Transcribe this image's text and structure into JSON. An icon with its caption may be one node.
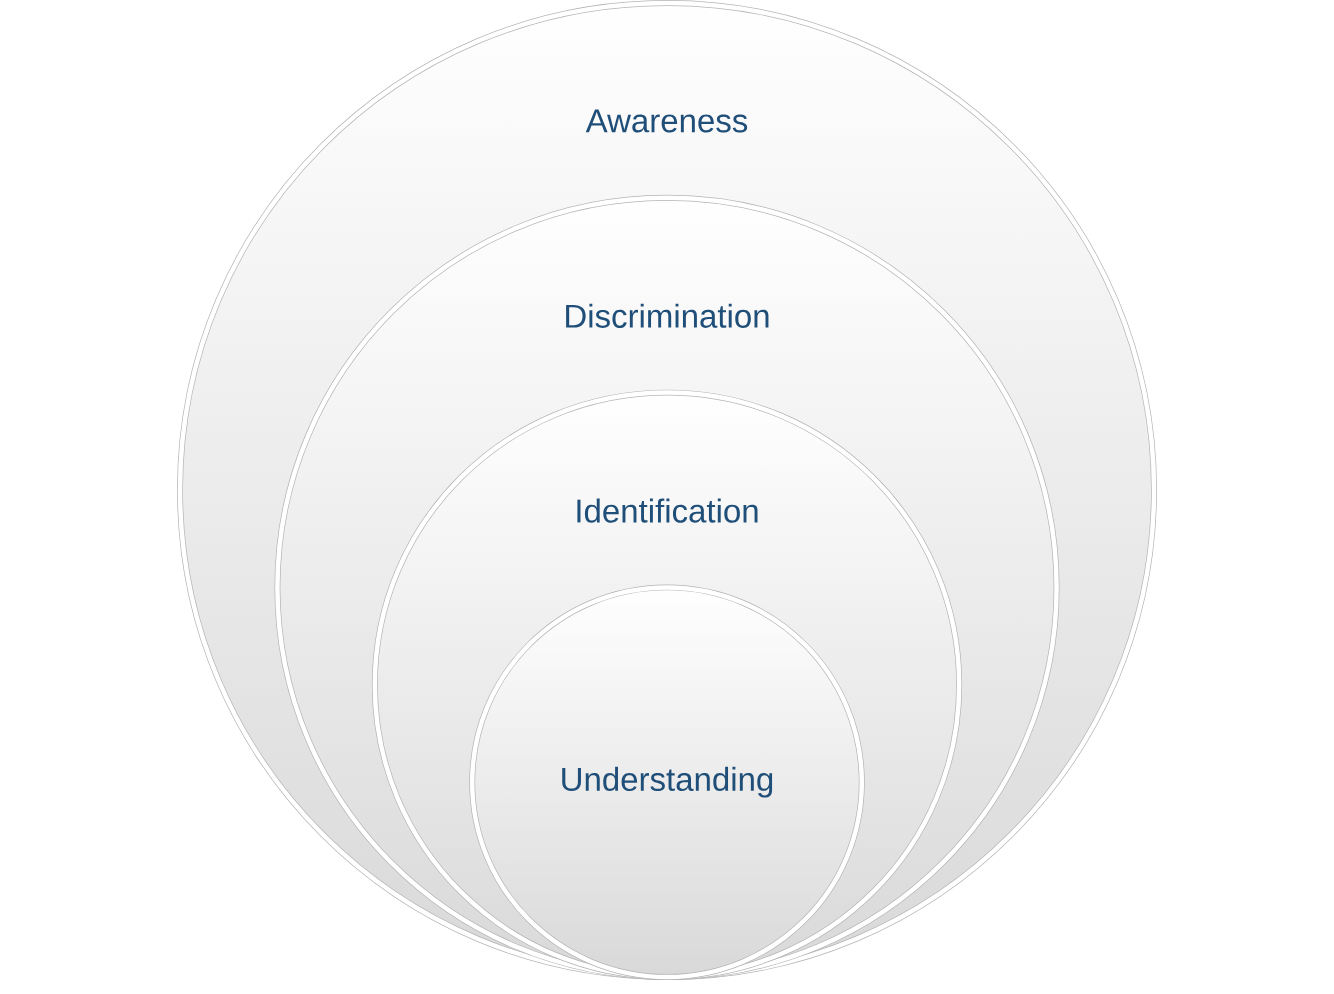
{
  "diagram": {
    "nodes": [
      {
        "text": [
          "Awareness"
        ]
      },
      {
        "text": [
          "Discrimination"
        ],
        "in": 0
      },
      {
        "text": [
          "Identification"
        ],
        "in": 1
      },
      {
        "text": [
          "Understanding"
        ],
        "in": 2
      }
    ]
  }
}
